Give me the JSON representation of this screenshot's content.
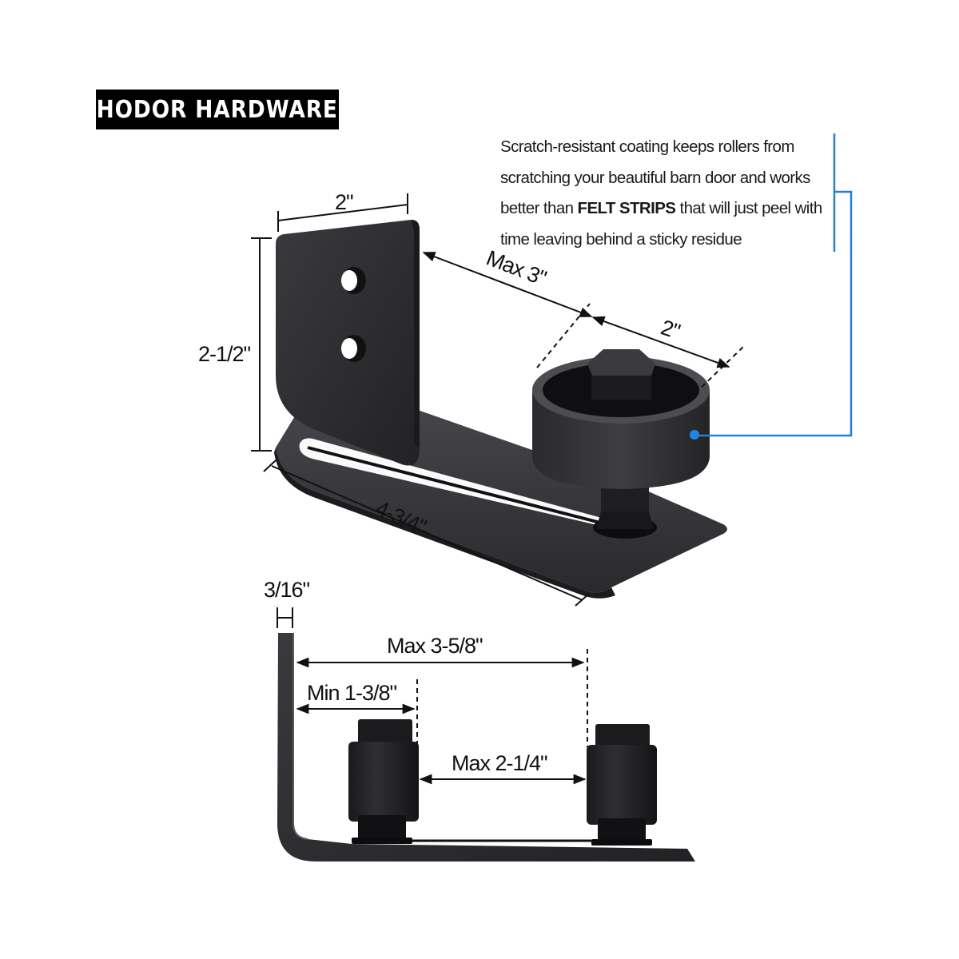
{
  "brand": {
    "name": "HODOR HARDWARE",
    "bg_color": "#000000",
    "text_color": "#ffffff"
  },
  "callout": {
    "lines": [
      {
        "pre": "Scratch-resistant coating keeps rollers from",
        "bold": "",
        "post": ""
      },
      {
        "pre": "scratching your beautiful barn door and works",
        "bold": "",
        "post": ""
      },
      {
        "pre": "better than ",
        "bold": "FELT STRIPS",
        "post": " that will just peel with"
      },
      {
        "pre": "time leaving behind a sticky residue",
        "bold": "",
        "post": ""
      }
    ],
    "leader_color": "#2a7fd4"
  },
  "top_view": {
    "dimensions": {
      "bracket_width": "2\"",
      "bracket_height": "2-1/2\"",
      "base_length": "4-3/4\"",
      "roller_offset": "Max 3\"",
      "roller_diameter": "2\""
    }
  },
  "side_view": {
    "dimensions": {
      "thickness": "3/16\"",
      "max_outer": "Max 3-5/8\"",
      "min_outer": "Min 1-3/8\"",
      "max_gap": "Max 2-1/4\""
    }
  },
  "colors": {
    "metal": "#2b2b2e",
    "metal_light": "#4a4a4e",
    "accent_blue": "#2a7fd4"
  }
}
